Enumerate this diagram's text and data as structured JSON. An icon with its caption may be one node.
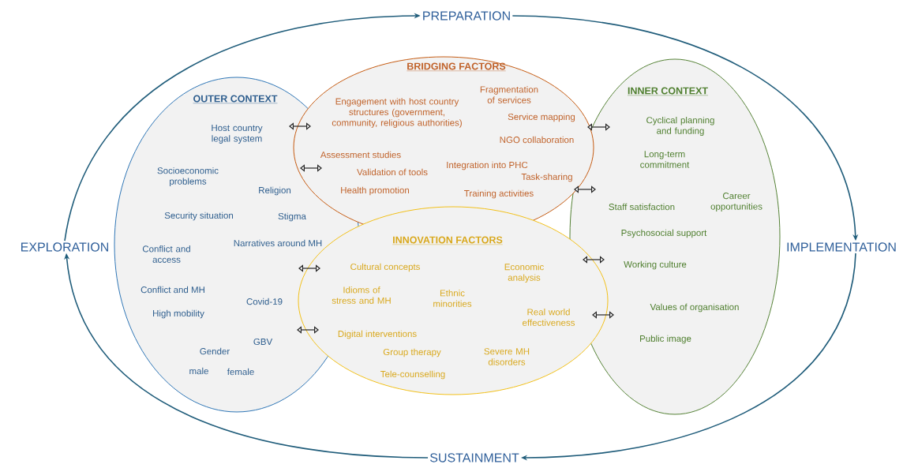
{
  "diagram": {
    "nodes": [
      {
        "text": [
          "PREPARATION"
        ]
      },
      {
        "text": [
          "OUTER CONTEXT",
          "Host country legal system",
          "Socioeconomic problems",
          "Religion",
          "Security situation",
          "Stigma",
          "Conflict and access",
          "Narratives around MH",
          "Conflict and MH",
          "Covid-19",
          "High mobility",
          "GBV",
          "Gender",
          "male",
          "female"
        ]
      },
      {
        "text": [
          "BRIDGING FACTORS",
          "Fragmentation of services",
          "Engagement with host country structures (government, community, religious authorities)",
          "Service mapping",
          "NGO collaboration",
          "Assessment studies",
          "Integration into PHC",
          "Validation of tools",
          "Task-sharing",
          "Health promotion",
          "Training activities"
        ]
      },
      {
        "text": [
          "INNER CONTEXT",
          "Cyclical planning and funding",
          "Long-term commitment",
          "Staff satisfaction",
          "Career opportunities",
          "Psychosocial support",
          "Working culture",
          "Values of organisation",
          "Public image"
        ]
      },
      {
        "text": [
          "INNOVATION FACTORS",
          "Cultural concepts",
          "Economic analysis",
          "Idioms of stress and MH",
          "Ethnic minorities",
          "Real world effectiveness",
          "Digital interventions",
          "Group therapy",
          "Severe MH disorders",
          "Tele-counselling"
        ]
      },
      {
        "text": [
          "EXPLORATION"
        ]
      },
      {
        "text": [
          "IMPLEMENTATION"
        ]
      },
      {
        "text": [
          "SUSTAINMENT"
        ]
      }
    ],
    "edges": [
      {
        "from": 5,
        "to": 0,
        "arrow": "to"
      },
      {
        "from": 0,
        "to": 6,
        "arrow": "to"
      },
      {
        "from": 6,
        "to": 7,
        "arrow": "to"
      },
      {
        "from": 7,
        "to": 5,
        "arrow": "to"
      },
      {
        "from": 1,
        "to": 2,
        "arrow": "both"
      },
      {
        "from": 1,
        "to": 2,
        "arrow": "both"
      },
      {
        "from": 2,
        "to": 3,
        "arrow": "both"
      },
      {
        "from": 2,
        "to": 3,
        "arrow": "both"
      },
      {
        "from": 1,
        "to": 4,
        "arrow": "both"
      },
      {
        "from": 1,
        "to": 4,
        "arrow": "both"
      },
      {
        "from": 4,
        "to": 3,
        "arrow": "both"
      },
      {
        "from": 4,
        "to": 3,
        "arrow": "both"
      }
    ]
  }
}
